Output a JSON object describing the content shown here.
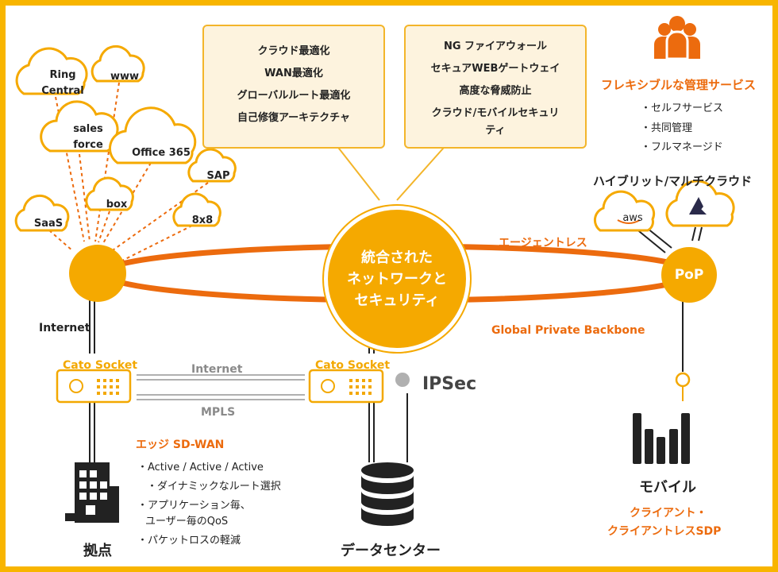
{
  "top_boxes": {
    "left": [
      "クラウド最適化",
      "WAN最適化",
      "グローバルルート最適化",
      "自己修復アーキテクチャ"
    ],
    "right": [
      "NG ファイアウォール",
      "セキュアWEBゲートウェイ",
      "高度な脅威防止",
      "クラウド/モバイルセキュリ",
      "ティ"
    ]
  },
  "clouds": {
    "ring1": "Ring",
    "ring2": "Central",
    "www": "www",
    "sales1": "sales",
    "sales2": "force",
    "office": "Office 365",
    "box": "box",
    "sap": "SAP",
    "saas": "SaaS",
    "x8": "8x8",
    "aws": "aws"
  },
  "center": {
    "line1": "統合された",
    "line2": "ネットワークと",
    "line3": "セキュリティ"
  },
  "pop": "PoP",
  "labels": {
    "agentless": "エージェントレス",
    "backbone": "Global Private Backbone",
    "internet": "Internet",
    "socket_left": "Cato Socket",
    "socket_right": "Cato Socket",
    "link_internet": "Internet",
    "link_mpls": "MPLS",
    "ipsec": "IPSec",
    "edge": "エッジ SD-WAN",
    "branch": "拠点",
    "datacenter": "データセンター",
    "mobile": "モバイル",
    "client1": "クライアント・",
    "client2": "クライアントレスSDP",
    "hybrid": "ハイブリット/マルチクラウド"
  },
  "managed": {
    "title": "フレキシブルな管理サービス",
    "items": [
      "・セルフサービス",
      "・共同管理",
      "・フルマネージド"
    ]
  },
  "edge_features": [
    "・Active / Active / Active",
    "・ダイナミックなルート選択",
    "・アプリケーション毎、",
    "ユーザー毎のQoS",
    "・パケットロスの軽減"
  ],
  "colors": {
    "accent": "#f5a900",
    "orange": "#ec6b0e",
    "box_fill": "#fdf3de",
    "dark": "#222222"
  }
}
